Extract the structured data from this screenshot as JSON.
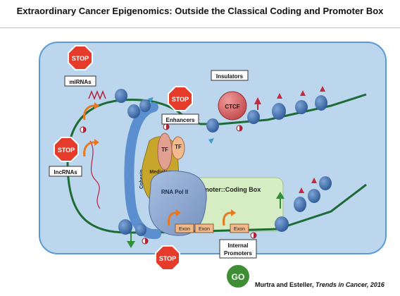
{
  "page": {
    "title": "Extraordinary Cancer Epigenomics: Outside the Classical Coding and Promoter Box"
  },
  "diagram": {
    "labels": {
      "mirnas": "miRNAs",
      "lncrnas": "lncRNAs",
      "enhancers": "Enhancers",
      "insulators": "Insulators",
      "ctcf": "CTCF",
      "tf": "TF",
      "mediator": "Mediator",
      "cohesin": "Cohesin",
      "rna_pol": "RNA Pol II",
      "promoter_box": "Promoter::Coding Box",
      "exon": "Exon",
      "internal_promoters_line1": "Internal",
      "internal_promoters_line2": "Promoters"
    },
    "signs": {
      "stop": "STOP",
      "go": "GO"
    }
  },
  "citation": {
    "authors": "Murtra and Esteller,",
    "journal": "Trends in Cancer, 2016"
  },
  "colors": {
    "background_panel": "#bcd6ee",
    "panel_border": "#5b9bd5",
    "dna": "#1d6b37",
    "nucleosome": "#3d6ba8",
    "stop_sign": "#e53b2a",
    "go_sign": "#3e8e34",
    "ctcf": "#d9696b",
    "tf": "#e2a090",
    "mediator": "#c8a62b",
    "cohesin": "#5b8fd0",
    "rna_pol": "#8ea8cf",
    "promoter_box": "#d6ecc2",
    "exon": "#f2b98a"
  }
}
